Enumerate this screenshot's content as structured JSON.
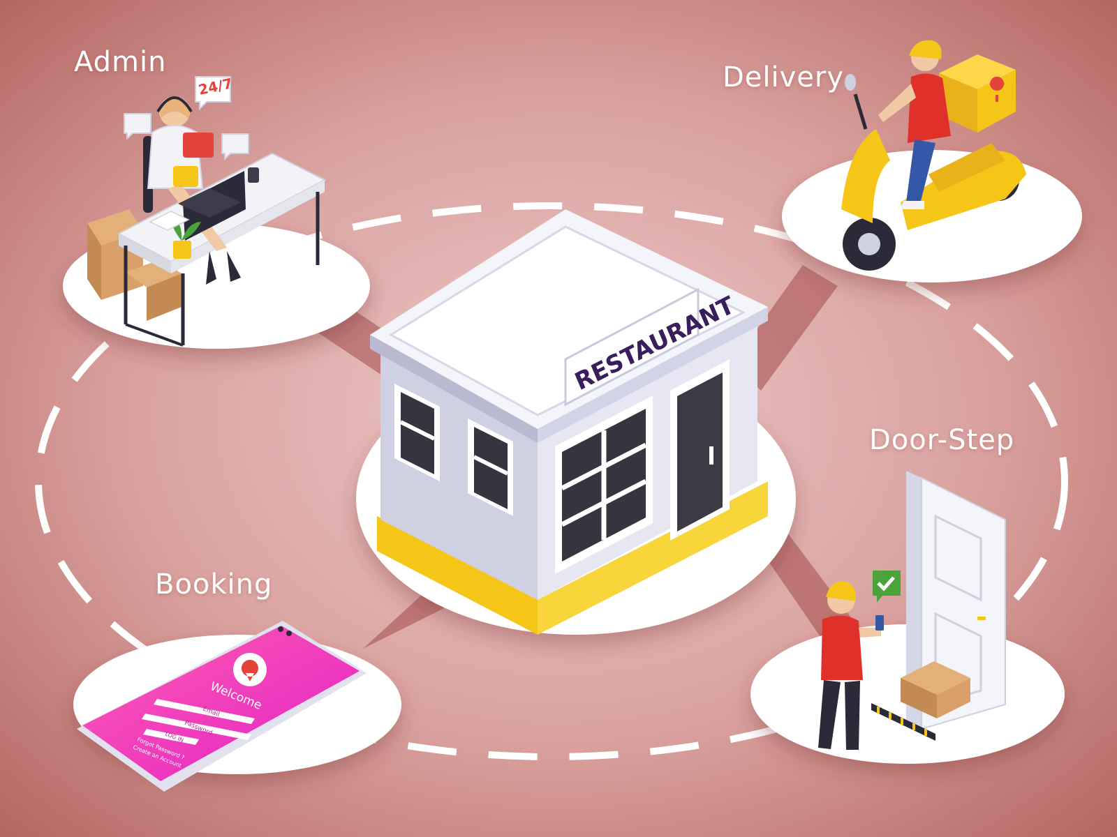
{
  "colors": {
    "background_center": "#e9c3c2",
    "background_edge": "#b46863",
    "platform": "#ffffff",
    "dashes": "#ffffff",
    "accent_yellow": "#f5c518",
    "uniform_red": "#e0302a",
    "sign_text": "#3a1e5c",
    "phone_pink": "#ff3fa8"
  },
  "hub": {
    "sign_text": "RESTAURANT"
  },
  "nodes": {
    "admin": {
      "label": "Admin",
      "badge": "24/7",
      "icon": "support-agent-desk"
    },
    "delivery": {
      "label": "Delivery",
      "icon": "delivery-scooter"
    },
    "doorstep": {
      "label": "Door-Step",
      "icon": "courier-at-door"
    },
    "booking": {
      "label": "Booking",
      "icon": "mobile-app-phone"
    }
  },
  "phone": {
    "title": "Welcome",
    "email_label": "Email",
    "password_label": "Password",
    "button_label": "LOG IN",
    "forgot_text": "Forgot Password ?",
    "create_text": "Create an Account"
  }
}
